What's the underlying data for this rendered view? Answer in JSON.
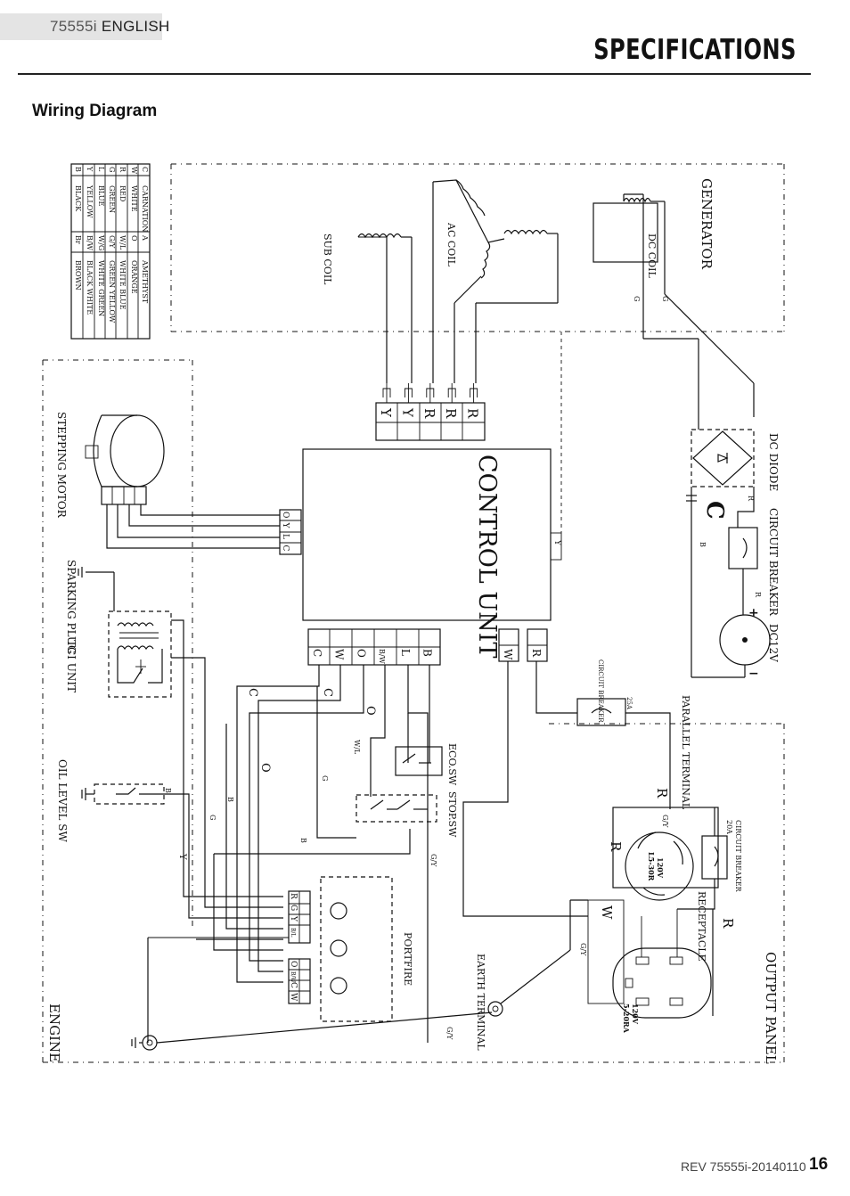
{
  "header": {
    "model": "75555i",
    "language": "ENGLISH",
    "title": "SPECIFICATIONS"
  },
  "section_title": "Wiring Diagram",
  "footer": {
    "revision": "REV 75555i-20140110",
    "page": "16"
  },
  "color_legend": [
    {
      "code": "B",
      "name": "BLACK",
      "code2": "Br",
      "name2": "BROWN"
    },
    {
      "code": "Y",
      "name": "YELLOW",
      "code2": "B/W",
      "name2": "BLACK WHITE"
    },
    {
      "code": "L",
      "name": "BLUE",
      "code2": "W/G",
      "name2": "WHITE GREEN"
    },
    {
      "code": "G",
      "name": "GREEN",
      "code2": "G/Y",
      "name2": "GREEN YELLOW"
    },
    {
      "code": "R",
      "name": "RED",
      "code2": "W/L",
      "name2": "WHITE BLUE"
    },
    {
      "code": "W",
      "name": "WHITE",
      "code2": "O",
      "name2": "ORANGE"
    },
    {
      "code": "C",
      "name": "CARNATION",
      "code2": "A",
      "name2": "AMETHYST"
    }
  ],
  "components": {
    "generator": "GENERATOR",
    "dc_coil": "DC COIL",
    "ac_coil": "AC COIL",
    "sub_coil": "SUB COIL",
    "control_unit": "CONTROL UNIT",
    "stepping_motor": "STEPPING MOTOR",
    "sparking_plug": "SPARKING PLUG",
    "tci_unit": "TCI UNIT",
    "oil_level_sw": "OIL LEVEL SW",
    "engine": "ENGINE",
    "dc_diode": "DC DIODE",
    "circuit_breaker": "CIRCUIT BREAKER",
    "dc12v": "DC12V",
    "breaker_small": "CIRCUIT BREAKER",
    "breaker_25a": "25A",
    "parallel_terminal": "PARALLEL TERMINAL",
    "breaker_20a_label": "CIRCUIT BREAKER",
    "breaker_20a": "20A",
    "receptacle": "RECEPTACLE",
    "output_panel": "OUTPUT PANEL",
    "eco_sw": "ECO.SW",
    "stop_sw": "STOP.SW",
    "portfire": "PORTFIRE",
    "earth_terminal": "EARTH TERMINAL",
    "l5_rating": "120V",
    "l5_model": "L5-30R",
    "r5_rating": "120V",
    "r5_model": "5-20RA",
    "plus": "+",
    "minus": "−"
  },
  "connector_top": [
    "Y",
    "Y",
    "R",
    "R",
    "R"
  ],
  "connector_bottom": [
    "C",
    "W",
    "O",
    "B/W",
    "L",
    "B"
  ],
  "connector_motor": [
    "O",
    "Y",
    "L",
    "C"
  ],
  "connector_right_w": "W",
  "connector_right_r": "R",
  "connector_right_side": "Y",
  "portfire_top": [
    "R",
    "G",
    "Y",
    "B/L"
  ],
  "portfire_bottom": [
    "O",
    "B/W",
    "C",
    "W"
  ],
  "wire_labels": {
    "g1": "G",
    "g2": "G",
    "r1": "R",
    "b1": "B",
    "r2": "R",
    "c1": "C",
    "c2": "C",
    "o1": "O",
    "o2": "O",
    "wl": "W/L",
    "g3": "G",
    "b2": "B",
    "g4": "G",
    "y1": "Y",
    "b3": "B",
    "br": "B",
    "gy1": "G/Y",
    "gy2": "G/Y",
    "gy3": "G/Y",
    "gy4": "G/Y",
    "R_big1": "R",
    "R_big2": "R",
    "R_big3": "R",
    "W_big": "W",
    "C_big": "C"
  }
}
